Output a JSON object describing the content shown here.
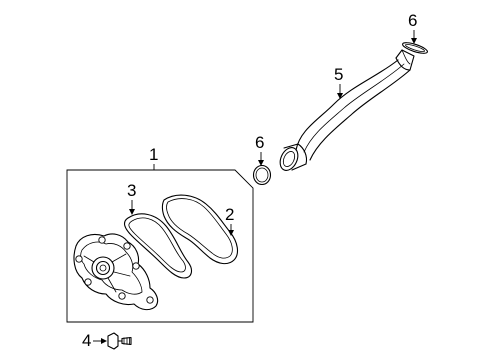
{
  "diagram": {
    "callouts": [
      {
        "id": "callout-1",
        "label": "1"
      },
      {
        "id": "callout-2",
        "label": "2"
      },
      {
        "id": "callout-3",
        "label": "3"
      },
      {
        "id": "callout-4",
        "label": "4"
      },
      {
        "id": "callout-5",
        "label": "5"
      },
      {
        "id": "callout-6-top",
        "label": "6"
      },
      {
        "id": "callout-6-left",
        "label": "6"
      }
    ],
    "colors": {
      "line": "#000000",
      "background": "#ffffff"
    }
  }
}
